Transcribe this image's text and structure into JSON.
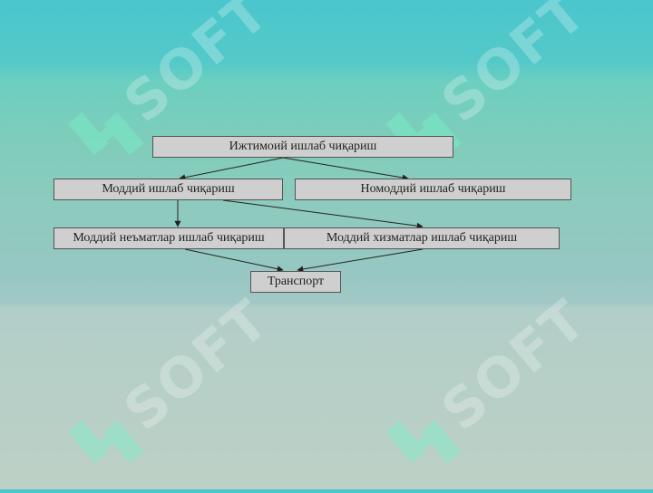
{
  "watermark": {
    "text": "SOFT",
    "icon": "soft-logo-icon"
  },
  "diagram": {
    "root": "Ижтимоий ишлаб чиқариш",
    "material": "Моддий ишлаб чиқариш",
    "nonmaterial": "Номоддий ишлаб чиқариш",
    "goods": "Моддий неъматлар ишлаб чиқариш",
    "services": "Моддий хизматлар ишлаб чиқариш",
    "transport": "Транспорт"
  },
  "colors": {
    "box_fill": "#cfcfcf",
    "box_border": "#555555",
    "arrow": "#222222"
  }
}
